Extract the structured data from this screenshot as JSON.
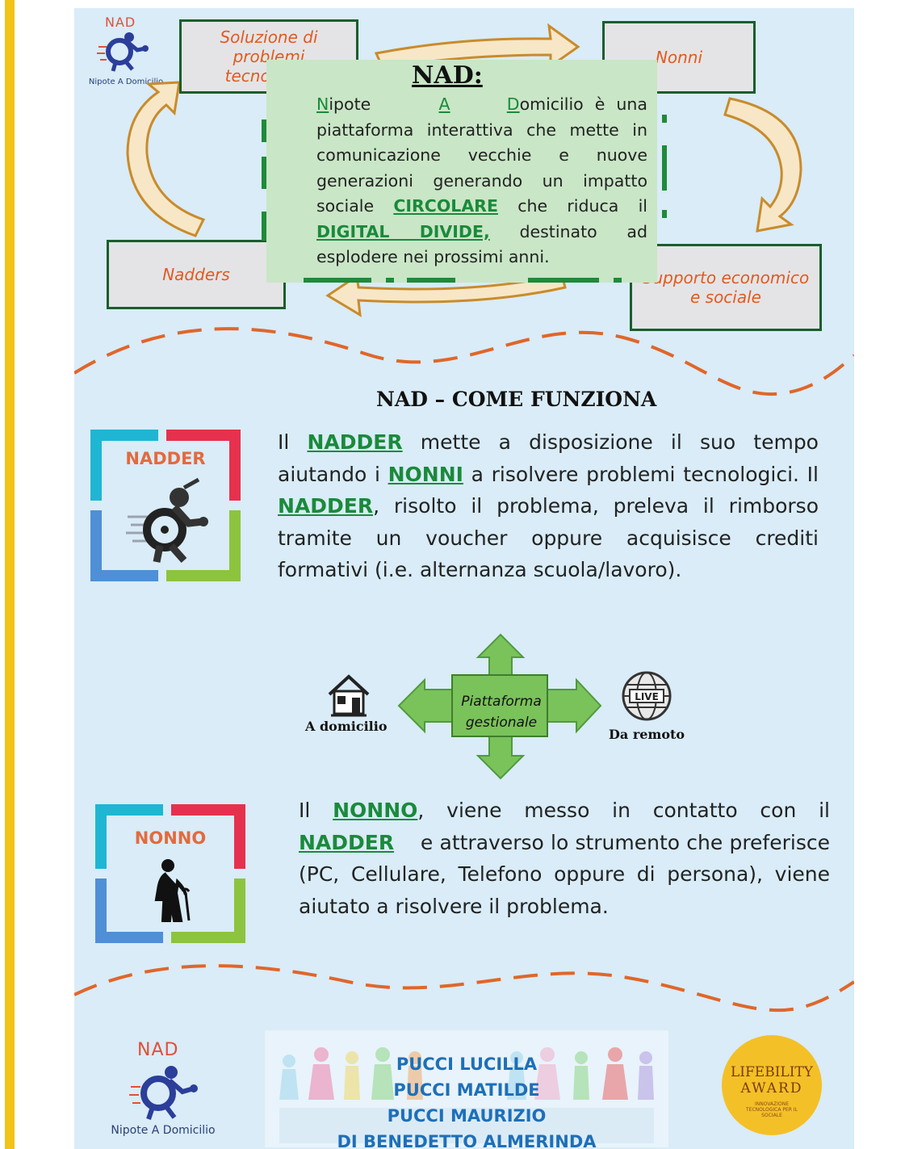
{
  "logo": {
    "text": "NAD",
    "caption": "Nipote A Domicilio"
  },
  "cycle": {
    "solution": [
      "Soluzione di",
      "problemi",
      "tecnologici"
    ],
    "nonni": "Nonni",
    "nadders": "Nadders",
    "support": [
      "Supporto economico",
      "e sociale"
    ]
  },
  "center": {
    "title": "NAD:",
    "lead1": "N",
    "lead1b": "ipote",
    "lead2": "A",
    "lead3": "D",
    "lead3b": "omicilio",
    "t1": "è una piattaforma interattiva che mette in comunicazione vecchie e nuove generazioni generando un impatto sociale",
    "kw1": "CIRCOLARE",
    "t2": "che riduca il",
    "kw2": "DIGITAL DIVIDE,",
    "t3": "destinato ad esplodere nei prossimi anni."
  },
  "section_title": "NAD – COME FUNZIONA",
  "nadder_box": {
    "label": "NADDER"
  },
  "nadder_text": {
    "p1": "Il",
    "kw1": "NADDER",
    "p2": "mette a disposizione il suo tempo aiutando i",
    "kw2": "NONNI",
    "p3": "a risolvere problemi tecnologici. Il",
    "kw3": "NADDER",
    "p4": ", risolto il problema, preleva il rimborso tramite un voucher oppure acquisisce crediti formativi (i.e. alternanza scuola/lavoro)."
  },
  "diagram": {
    "center_line1": "Piattaforma",
    "center_line2": "gestionale",
    "left_label": "A domicilio",
    "right_label": "Da remoto",
    "globe_text": "LIVE"
  },
  "nonno_box": {
    "label": "NONNO"
  },
  "nonno_text": {
    "p1": "Il",
    "kw1": "NONNO",
    "p2": ", viene messo in contatto con il",
    "kw2": "NADDER",
    "p3": "e attraverso lo strumento che preferisce (PC, Cellulare, Telefono oppure di persona), viene aiutato a risolvere il problema."
  },
  "names": [
    "PUCCI LUCILLA",
    "PUCCI MATILDE",
    "PUCCI MAURIZIO",
    "DI BENEDETTO ALMERINDA"
  ],
  "award": {
    "line1": "LIFEBILITY",
    "line2": "AWARD",
    "line3": "INNOVAZIONE TECNOLOGICA PER IL SOCIALE"
  },
  "colors": {
    "green_keyword": "#1a8a3b",
    "orange_text": "#e15a1f",
    "poster_bg": "#d9ecf7",
    "dashed_orange": "#e0662a",
    "yellow_bar": "#f2c318"
  }
}
